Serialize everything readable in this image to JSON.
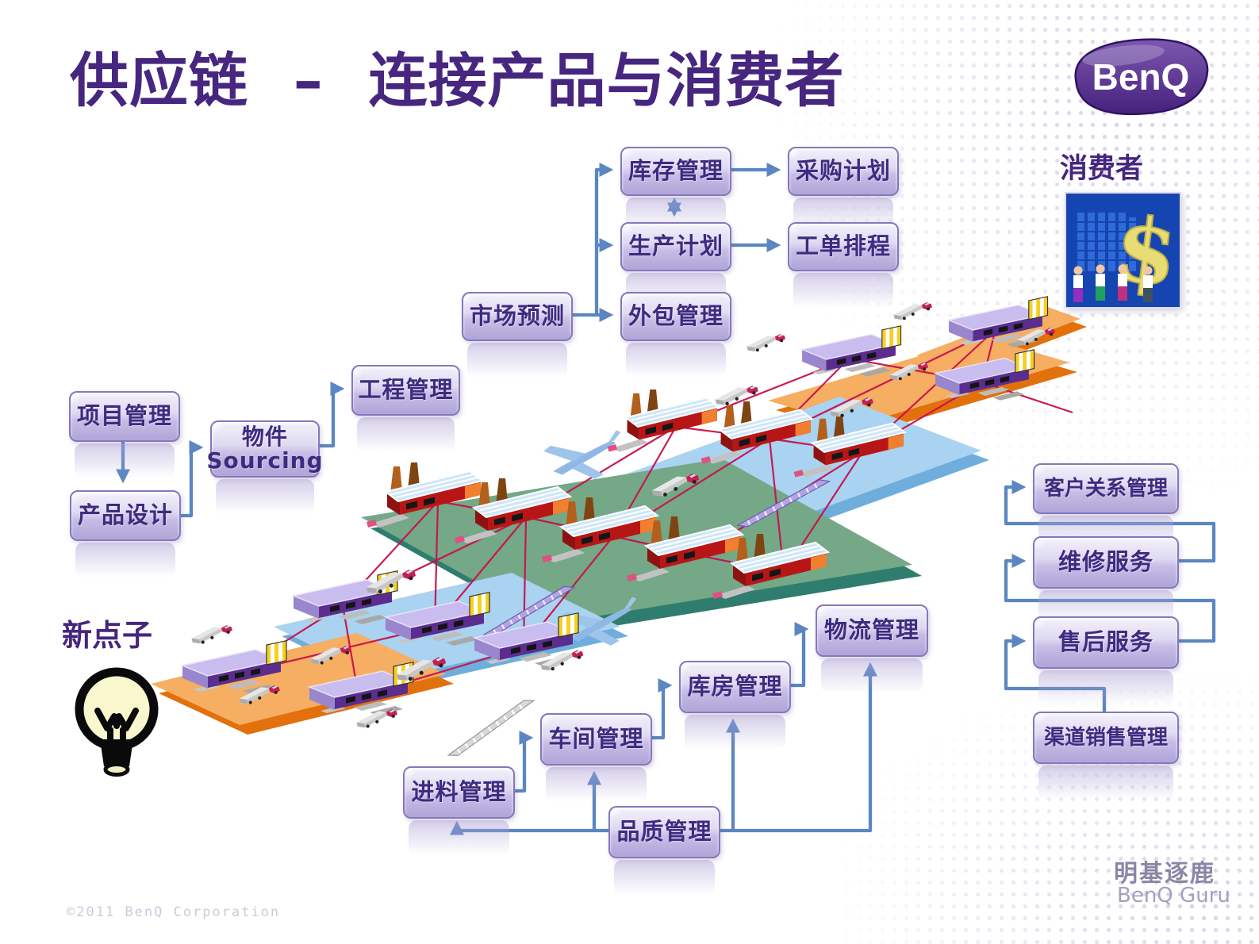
{
  "title": "供应链 – 连接产品与消费者",
  "logo": {
    "brand": "BenQ"
  },
  "labels": {
    "consumers": "消费者",
    "new_ideas": "新点子"
  },
  "flow_boxes": {
    "inventory": "库存管理",
    "procurement": "采购计划",
    "production": "生产计划",
    "work_order": "工单排程",
    "market_forecast": "市场预测",
    "outsourcing": "外包管理",
    "project": "项目管理",
    "product_design": "产品设计",
    "sourcing_cn": "物件",
    "sourcing_en": "Sourcing",
    "engineering": "工程管理",
    "crm": "客户关系管理",
    "repair": "维修服务",
    "after_sales": "售后服务",
    "channel_sales": "渠道销售管理",
    "logistics": "物流管理",
    "warehouse": "库房管理",
    "workshop": "车间管理",
    "incoming": "进料管理",
    "quality": "品质管理"
  },
  "consumer_image": {
    "dollar_symbol": "$"
  },
  "footer": {
    "company_cn": "明基逐鹿",
    "company_en": "BenQ Guru",
    "copyright": "©2011 BenQ Corporation"
  },
  "colors": {
    "title_text": "#46267E",
    "box_text": "#3D2B80",
    "box_border": "#8577BD",
    "flow_arrow": "#5B86C2",
    "network_line": "#C81050",
    "platform_orange": "#F6AE62",
    "platform_blue": "#A9D3F0",
    "platform_green": "#74A886",
    "benq_purple": "#45217D",
    "footer_text": "#8C85A6"
  }
}
